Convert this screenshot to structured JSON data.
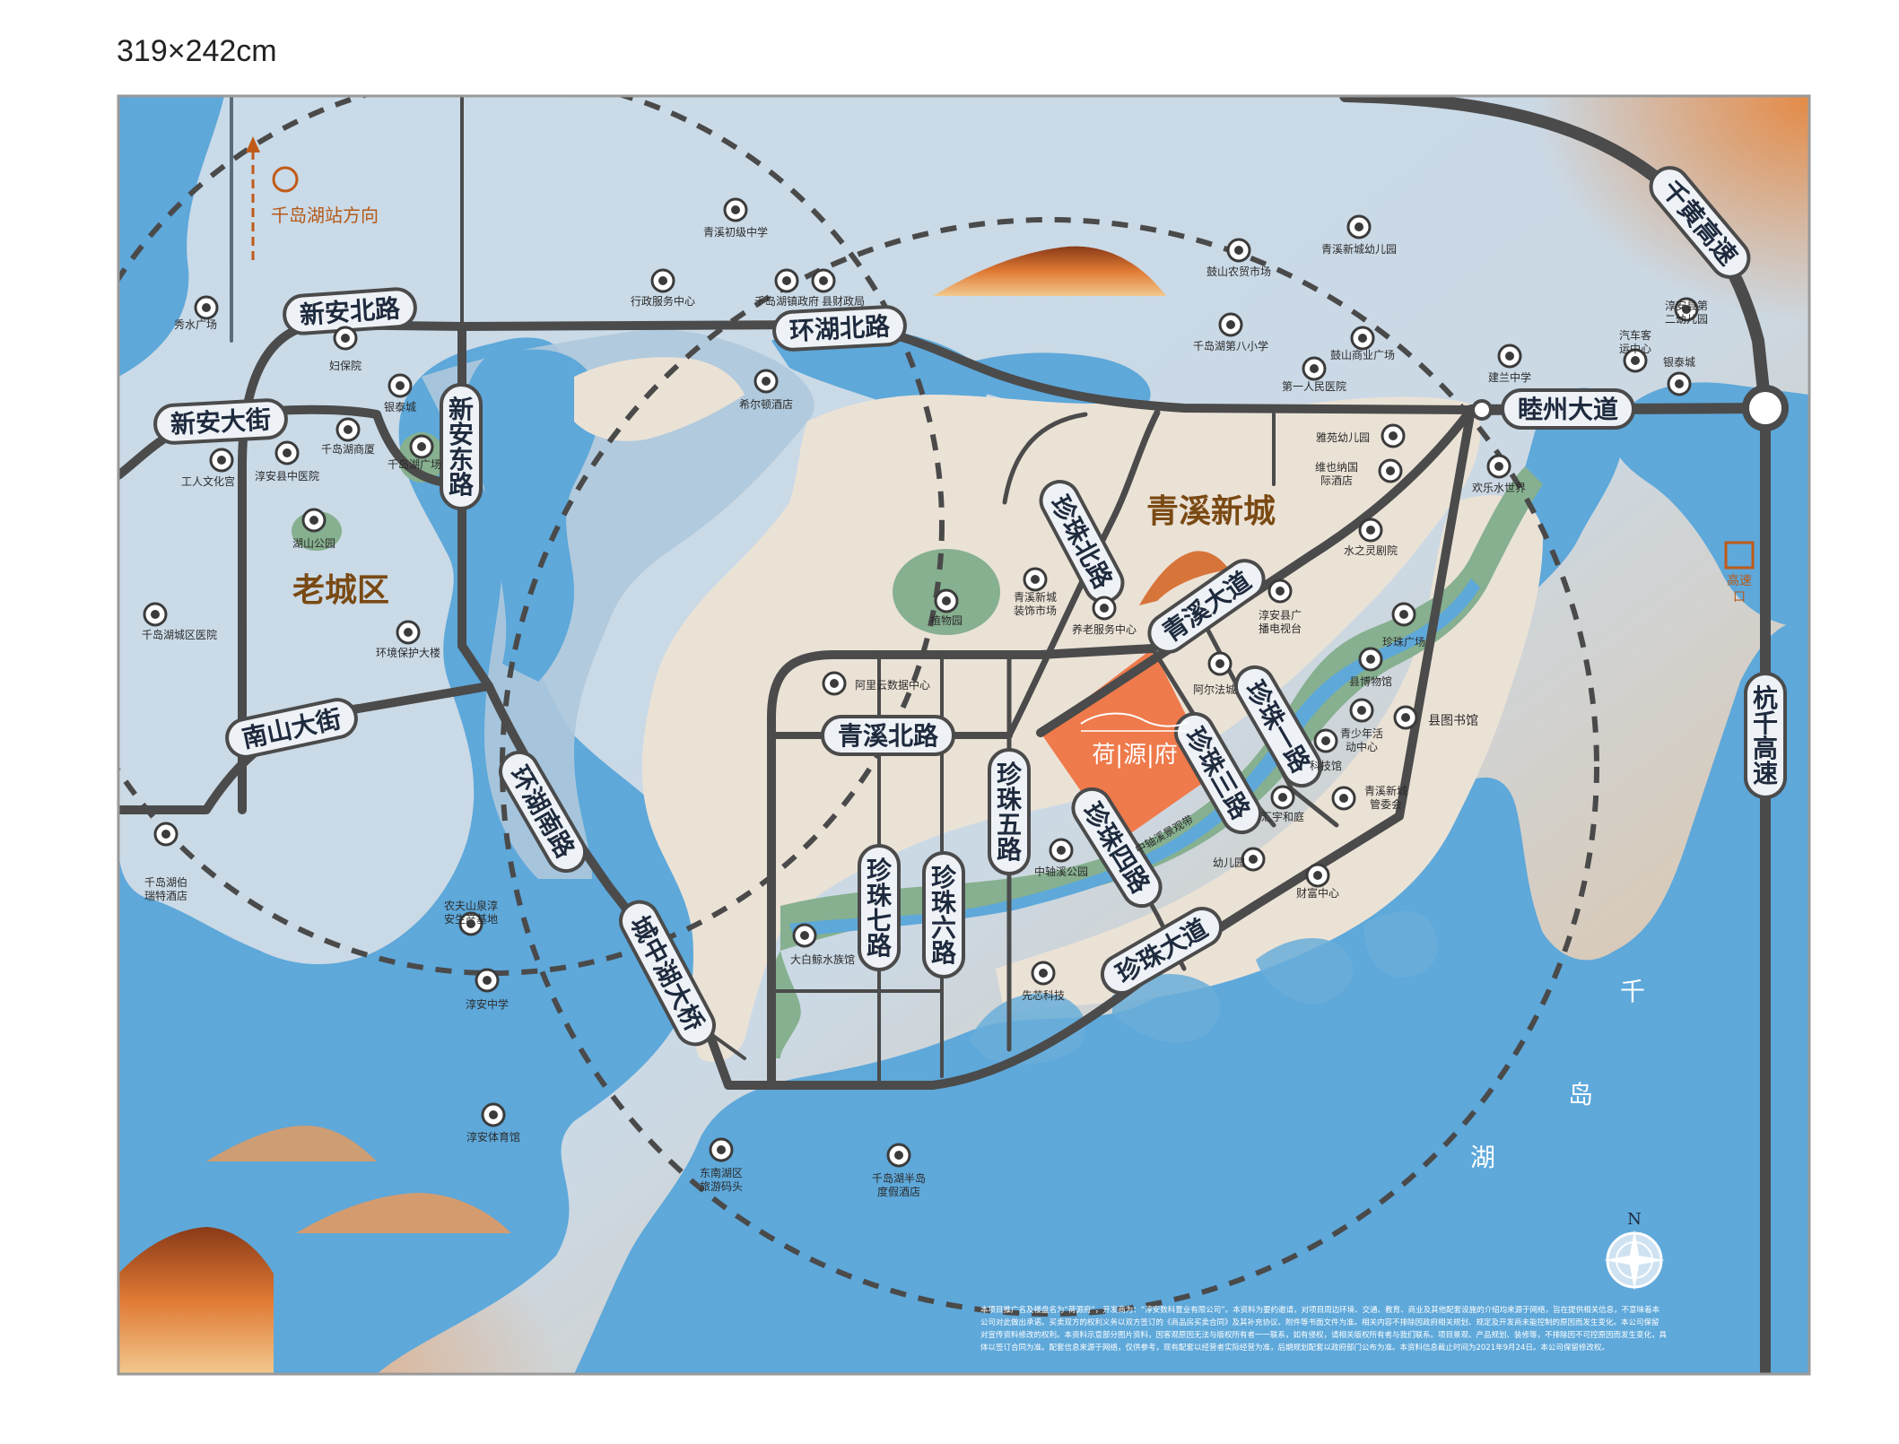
{
  "dimensions": "319×242cm",
  "zones": {
    "old_town": "老城区",
    "new_town": "青溪新城"
  },
  "roads": {
    "xinan_north": "新安北路",
    "xinan_avenue": "新安大街",
    "xinan_east": "新安东路",
    "nanshan_street": "南山大街",
    "huanhu_south": "环湖南路",
    "huanhu_north": "环湖北路",
    "qianhuang_expressway": "千黄高速",
    "muzhou_avenue": "睦州大道",
    "hangqian_expressway": "杭千高速",
    "qingxi_avenue": "青溪大道",
    "qingxi_north": "青溪北路",
    "zhenzhu_north": "珍珠北路",
    "zhenzhu_1": "珍珠一路",
    "zhenzhu_3": "珍珠三路",
    "zhenzhu_4": "珍珠四路",
    "zhenzhu_5": "珍珠五路",
    "zhenzhu_6": "珍珠六路",
    "zhenzhu_7": "珍珠七路",
    "zhenzhu_avenue": "珍珠大道",
    "bridge": "城中湖大桥"
  },
  "project": {
    "name": "荷|源|府",
    "color": "#ef7a4b"
  },
  "pois": {
    "qiandaohu_station": "千岛湖站方向",
    "xiushui_square": "秀水广场",
    "fubaoyuan": "妇保院",
    "yintaicheng": "银泰城",
    "qiandaohu_mall": "千岛湖商厦",
    "qiandaohu_square": "千岛湖广场",
    "worker_palace": "工人文化宫",
    "tcm_hospital": "淳安县中医院",
    "hushan_park": "湖山公园",
    "city_hospital": "千岛湖城区医院",
    "env_building": "环境保护大楼",
    "berry_hotel": "千岛湖伯瑞特酒店",
    "nongfu": "农夫山泉淳安生产基地",
    "chunan_middle": "淳安中学",
    "gym": "淳安体育馆",
    "southeast_pier": "东南湖区旅游码头",
    "peninsula_resort": "千岛湖半岛度假酒店",
    "qingxi_junior": "青溪初级中学",
    "admin_center": "行政服务中心",
    "town_government": "千岛湖镇政府",
    "finance_bureau": "县财政局",
    "hilton": "希尔顿酒店",
    "gushan_market": "鼓山农贸市场",
    "qingxi_kindergarten": "青溪新城幼儿园",
    "no8_primary": "千岛湖第八小学",
    "gushan_plaza": "鼓山商业广场",
    "first_hospital": "第一人民医院",
    "jianlan_middle": "建兰中学",
    "bus_station": "汽车客运中心",
    "no2_kindergarten": "淳安县第二幼儿园",
    "yintai_east": "银泰城",
    "yayuan_kindergarten": "雅苑幼儿园",
    "vienna_hotel": "维也纳国际酒店",
    "happy_world": "欢乐水世界",
    "water_theatre": "水之灵剧院",
    "tv_center": "淳安县广播电视台",
    "zhenzhu_plaza": "珍珠广场",
    "museum": "县博物馆",
    "library": "县图书馆",
    "youth_center": "青少年活动中心",
    "science_museum": "科技馆",
    "admin_committee": "青溪新城管委会",
    "huiyu": "汇宇和庭",
    "kindergarten": "幼儿园",
    "caifu_center": "财富中心",
    "alpha_city": "阿尔法城",
    "botanical": "植物园",
    "decoration_market": "青溪新城装饰市场",
    "elderly_center": "养老服务中心",
    "aliyun": "阿里云数据中心",
    "zhongzhou_park": "中轴溪公园",
    "zhongzhou_valley": "中轴溪景观带",
    "whale_aquarium": "大白鲸水族馆",
    "xianxin": "先芯科技",
    "highway_exit": "高速口"
  },
  "lake": [
    "千",
    "岛",
    "湖"
  ],
  "compass": "N",
  "disclaimer": [
    "本项目推广名及楼盘名为“荷源府”，开发商为：“淳安数科置业有限公司”。本资料为要约邀请，对项目周边环境、交通、教育、商业及其他配套设施的介绍均来源于网络，旨在提供相关信息，不意味着本",
    "公司对此做出承诺。买卖双方的权利义务以双方签订的《商品房买卖合同》及其补充协议、附件等书面文件为准。相关内容不排除因政府相关规划、规定及开发商未能控制的原因而发生变化。本公司保留",
    "对宣传资料修改的权利。本资料示意部分图片资料，因客观原因无法与版权所有者一一联系，如有侵权，请相关版权所有者与我们联系。项目景观、产品规划、装修等，不排除因不可控原因而发生变化，具",
    "体以签订合同为准。配套信息来源于网络，仅供参考，现有配套以经营者实际经营为准，后期规划配套以政府部门公布为准。本资料信息截止时间为2021年9月24日。本公司保留修改权。"
  ],
  "colors": {
    "land_old": "#c8d7e4",
    "land_new": "#ece3d7",
    "water": "#5ea8da",
    "road": "#4b4b4b",
    "park": "#7fad87",
    "brand": "#c46a2a"
  }
}
